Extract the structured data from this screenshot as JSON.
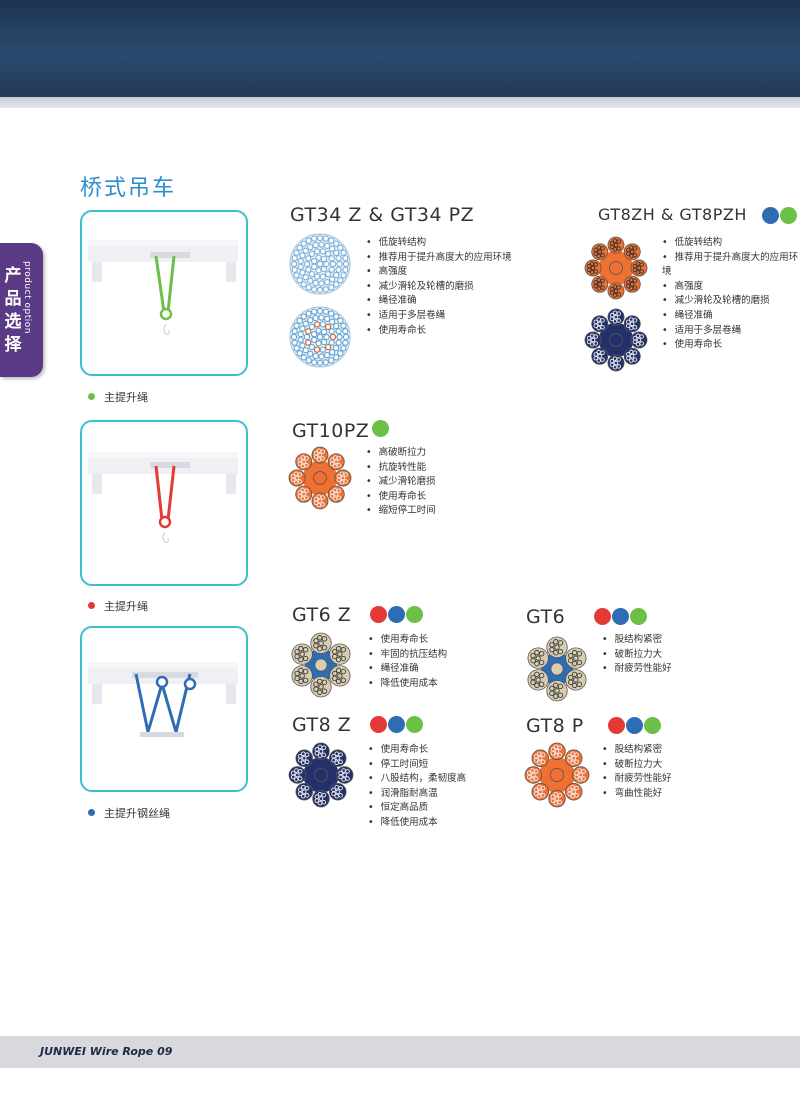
{
  "section_title": "桥式吊车",
  "side_tab": {
    "cn": [
      "产",
      "品",
      "选",
      "择"
    ],
    "en": "product option"
  },
  "colors": {
    "green": "#6cbf47",
    "red": "#e43a35",
    "blue": "#2e6db4",
    "orange": "#f07032",
    "navy": "#24306a",
    "teal_border": "#3cc0cf",
    "tab_purple": "#5b3a85"
  },
  "cranes": [
    {
      "caption": "主提升绳",
      "rope_color": "#6cbf47",
      "dot_color": "#6cbf47"
    },
    {
      "caption": "主提升绳",
      "rope_color": "#e43a35",
      "dot_color": "#e43a35"
    },
    {
      "caption": "主提升钢丝绳",
      "rope_color": "#2e6db4",
      "dot_color": "#2e6db4"
    }
  ],
  "products": [
    {
      "title": "GT34 Z  &  GT34 PZ",
      "dots": [],
      "features": [
        "低旋转结构",
        "推荐用于提升高度大的应用环境",
        "高强度",
        "减少滑轮及轮槽的磨损",
        "绳径准确",
        "适用于多层卷绳",
        "使用寿命长"
      ]
    },
    {
      "title": "GT8ZH  &  GT8PZH",
      "dots": [
        "#2e6db4",
        "#6cbf47"
      ],
      "features": [
        "低旋转结构",
        "推荐用于提升高度大的应用环境",
        "高强度",
        "减少滑轮及轮槽的磨损",
        "绳径准确",
        "适用于多层卷绳",
        "使用寿命长"
      ]
    },
    {
      "title": "GT10PZ",
      "dots": [
        "#6cbf47"
      ],
      "features": [
        "高破断拉力",
        "抗旋转性能",
        "减少滑轮磨损",
        "使用寿命长",
        "缩短停工时间"
      ]
    },
    {
      "title": "GT6 Z",
      "dots": [
        "#e43a35",
        "#2e6db4",
        "#6cbf47"
      ],
      "features": [
        "使用寿命长",
        "牢固的抗压结构",
        "绳径准确",
        "降低使用成本"
      ]
    },
    {
      "title": "GT6",
      "dots": [
        "#e43a35",
        "#2e6db4",
        "#6cbf47"
      ],
      "features": [
        "股结构紧密",
        "破断拉力大",
        "耐疲劳性能好"
      ]
    },
    {
      "title": "GT8 Z",
      "dots": [
        "#e43a35",
        "#2e6db4",
        "#6cbf47"
      ],
      "features": [
        "使用寿命长",
        "停工时间短",
        "八股结构，柔韧度高",
        "润滑脂耐高温",
        "恒定高品质",
        "降低使用成本"
      ]
    },
    {
      "title": "GT8 P",
      "dots": [
        "#e43a35",
        "#2e6db4",
        "#6cbf47"
      ],
      "features": [
        "股结构紧密",
        "破断拉力大",
        "耐疲劳性能好",
        "弯曲性能好"
      ]
    }
  ],
  "footer": "JUNWEI Wire Rope   09"
}
